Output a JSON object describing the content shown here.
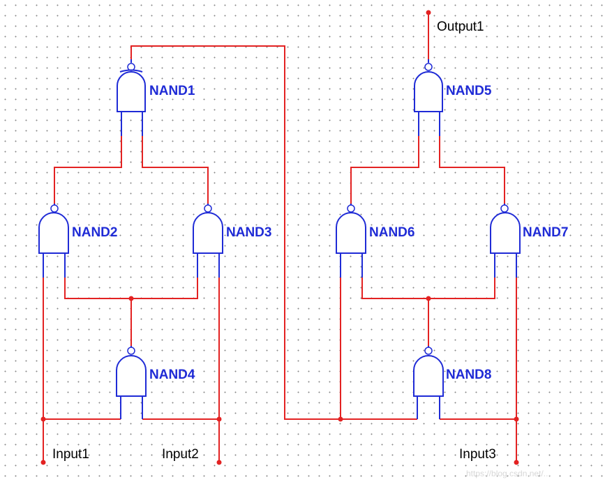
{
  "diagram": {
    "gates": [
      {
        "id": "NAND1",
        "label": "NAND1"
      },
      {
        "id": "NAND2",
        "label": "NAND2"
      },
      {
        "id": "NAND3",
        "label": "NAND3"
      },
      {
        "id": "NAND4",
        "label": "NAND4"
      },
      {
        "id": "NAND5",
        "label": "NAND5"
      },
      {
        "id": "NAND6",
        "label": "NAND6"
      },
      {
        "id": "NAND7",
        "label": "NAND7"
      },
      {
        "id": "NAND8",
        "label": "NAND8"
      }
    ],
    "ports": {
      "input1": "Input1",
      "input2": "Input2",
      "input3": "Input3",
      "output1": "Output1"
    },
    "watermark": "https://blog.csdn.net/..."
  }
}
